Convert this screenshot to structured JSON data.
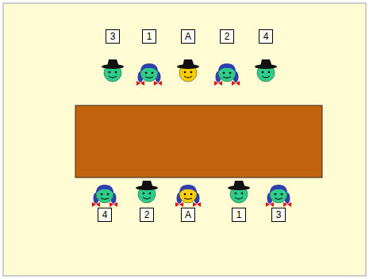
{
  "diagram": {
    "nodes": [
      {
        "text": [
          "3"
        ]
      },
      {
        "text": [
          "1"
        ]
      },
      {
        "text": [
          "A"
        ]
      },
      {
        "text": [
          "2"
        ]
      },
      {
        "text": [
          "4"
        ]
      },
      {
        "text": [
          "4"
        ]
      },
      {
        "text": [
          "2"
        ]
      },
      {
        "text": [
          "A"
        ]
      },
      {
        "text": [
          "1"
        ]
      },
      {
        "text": [
          "3"
        ]
      }
    ]
  }
}
